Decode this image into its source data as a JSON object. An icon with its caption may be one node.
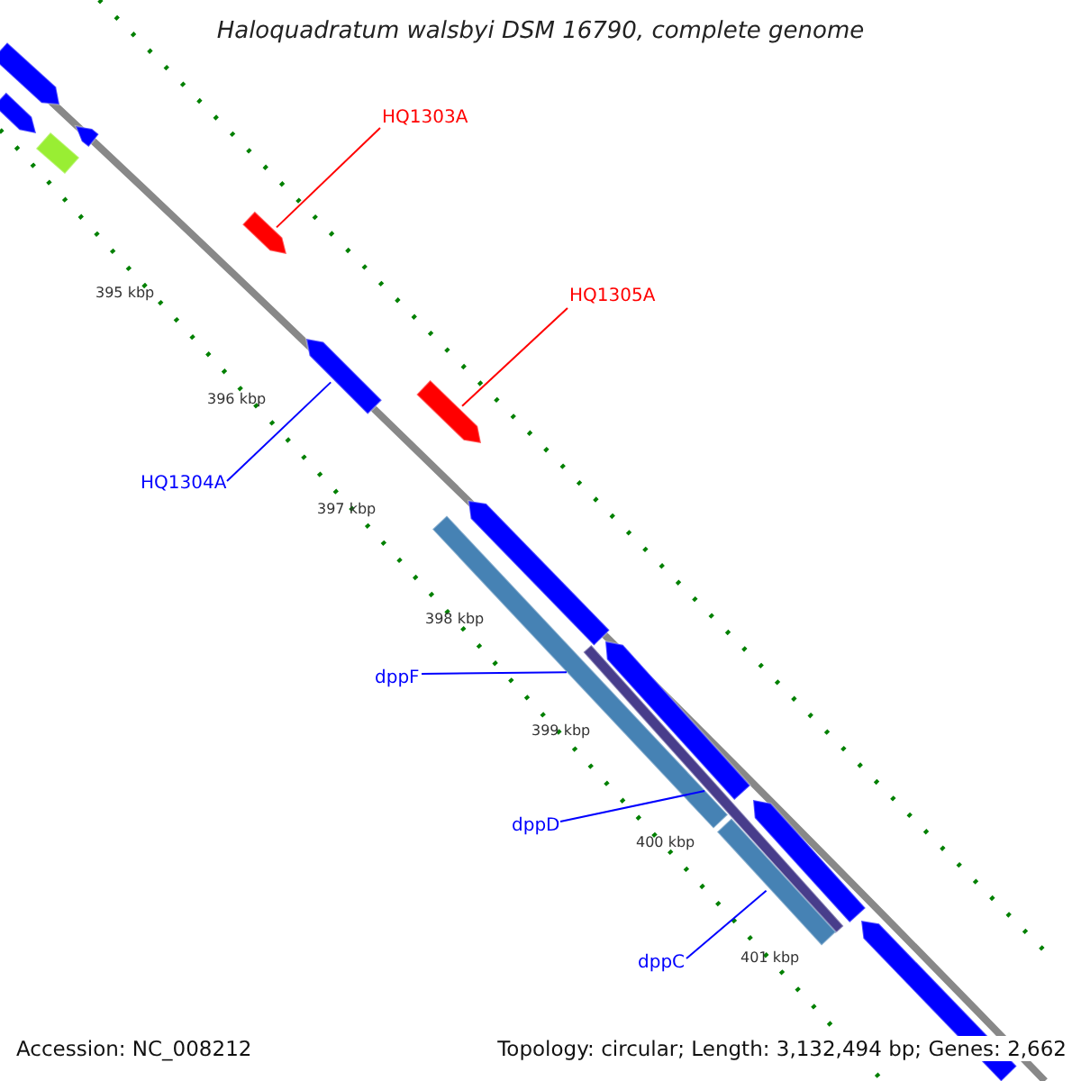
{
  "diagram": {
    "title": "Haloquadratum walsbyi DSM 16790, complete genome",
    "nodes": [
      {
        "text": [
          "HQ1303A"
        ]
      },
      {
        "text": [],
        "shape": "arrow"
      },
      {
        "text": [
          "HQ1305A"
        ]
      },
      {
        "text": [],
        "shape": "arrow"
      },
      {
        "text": [
          "HQ1304A"
        ]
      },
      {
        "text": [],
        "shape": "arrow"
      },
      {
        "text": [
          "dppF"
        ]
      },
      {
        "text": [],
        "shape": "bar"
      },
      {
        "text": [
          "dppD"
        ]
      },
      {
        "text": [],
        "shape": "bar"
      },
      {
        "text": [
          "dppC"
        ]
      },
      {
        "text": [],
        "shape": "bar"
      }
    ],
    "edges": [
      {
        "from": 0,
        "to": 1,
        "arrow": "none",
        "color": "#ff0000"
      },
      {
        "from": 2,
        "to": 3,
        "arrow": "none",
        "color": "#ff0000"
      },
      {
        "from": 4,
        "to": 5,
        "arrow": "none"
      },
      {
        "from": 6,
        "to": 7,
        "arrow": "none"
      },
      {
        "from": 8,
        "to": 9,
        "arrow": "none"
      },
      {
        "from": 10,
        "to": 11,
        "arrow": "none"
      }
    ],
    "labels": [
      "395 kbp",
      "396 kbp",
      "397 kbp",
      "398 kbp",
      "399 kbp",
      "400 kbp",
      "401 kbp",
      "Accession: NC_008212",
      "Topology: circular; Length: 3,132,494 bp; Genes: 2,662"
    ]
  }
}
